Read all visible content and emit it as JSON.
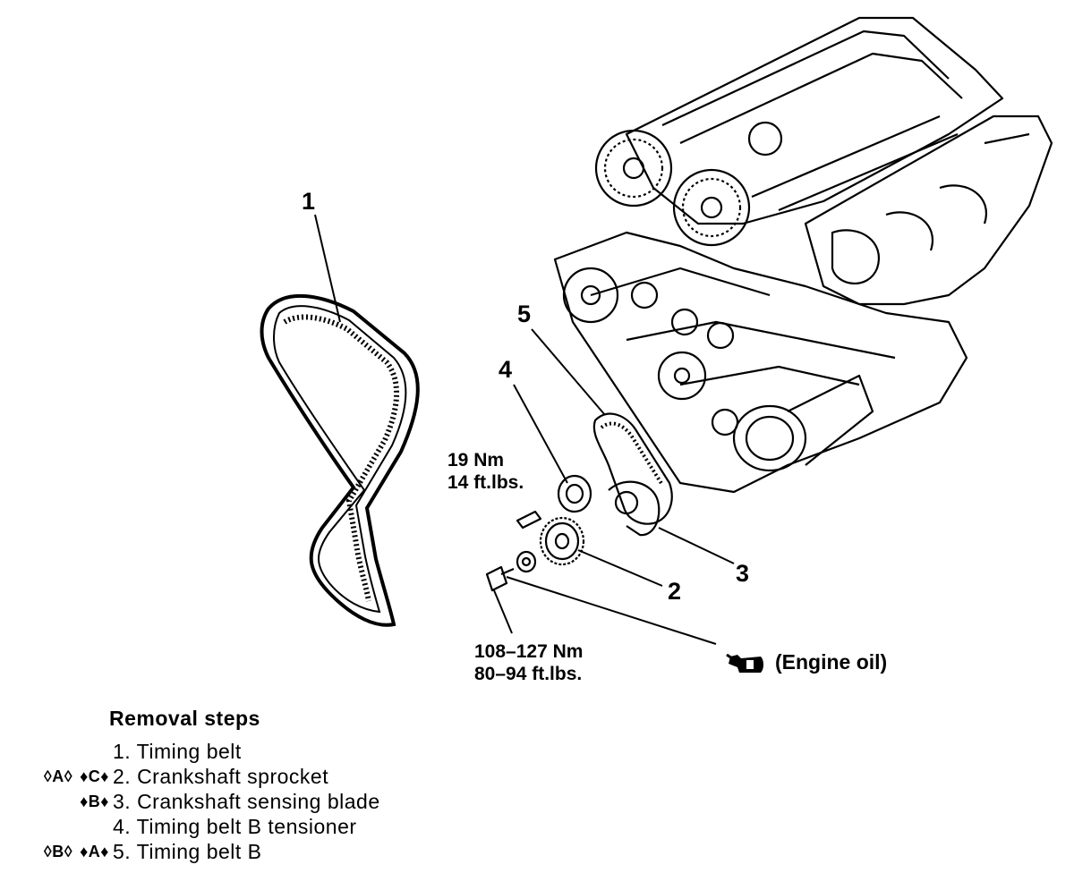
{
  "callouts": {
    "c1": "1",
    "c2": "2",
    "c3": "3",
    "c4": "4",
    "c5": "5"
  },
  "torque_small": {
    "line1": "19 Nm",
    "line2": "14 ft.lbs."
  },
  "torque_large": {
    "line1": "108–127 Nm",
    "line2": "80–94 ft.lbs."
  },
  "oil_note": "(Engine oil)",
  "icons": {
    "oil": "oil-can-icon"
  },
  "removal": {
    "title": "Removal steps",
    "steps": [
      {
        "mark_removal": "",
        "mark_install": "",
        "text": "1. Timing belt"
      },
      {
        "mark_removal": "◊A◊",
        "mark_install": "♦C♦",
        "text": "2. Crankshaft sprocket"
      },
      {
        "mark_removal": "",
        "mark_install": "♦B♦",
        "text": "3. Crankshaft sensing blade"
      },
      {
        "mark_removal": "",
        "mark_install": "",
        "text": "4. Timing belt B tensioner"
      },
      {
        "mark_removal": "◊B◊",
        "mark_install": "♦A♦",
        "text": "5. Timing belt B"
      }
    ]
  }
}
